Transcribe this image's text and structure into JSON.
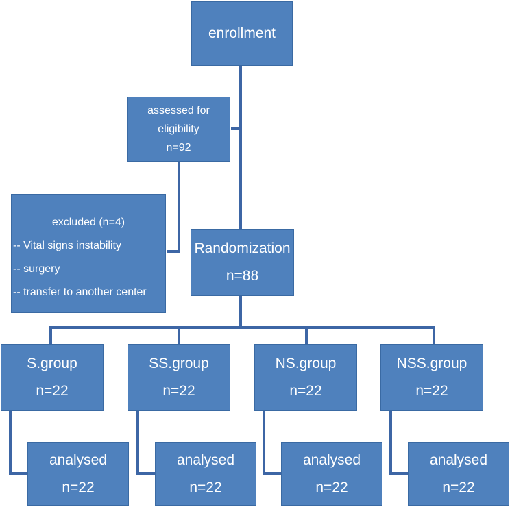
{
  "enrollment": {
    "label": "enrollment"
  },
  "eligibility": {
    "line1": "assessed for",
    "line2": "eligibility",
    "count": "n=92"
  },
  "excluded": {
    "title": "excluded (n=4)",
    "reasons": [
      "-- Vital signs instability",
      "-- surgery",
      "-- transfer to another center"
    ]
  },
  "randomization": {
    "label": "Randomization",
    "count": "n=88"
  },
  "groups": [
    {
      "name": "S.group",
      "count": "n=22",
      "analysed_label": "analysed",
      "analysed_count": "n=22"
    },
    {
      "name": "SS.group",
      "count": "n=22",
      "analysed_label": "analysed",
      "analysed_count": "n=22"
    },
    {
      "name": "NS.group",
      "count": "n=22",
      "analysed_label": "analysed",
      "analysed_count": "n=22"
    },
    {
      "name": "NSS.group",
      "count": "n=22",
      "analysed_label": "analysed",
      "analysed_count": "n=22"
    }
  ],
  "colors": {
    "box_fill": "#4f81bd",
    "connector": "#3d66a5",
    "text": "#ffffff"
  }
}
